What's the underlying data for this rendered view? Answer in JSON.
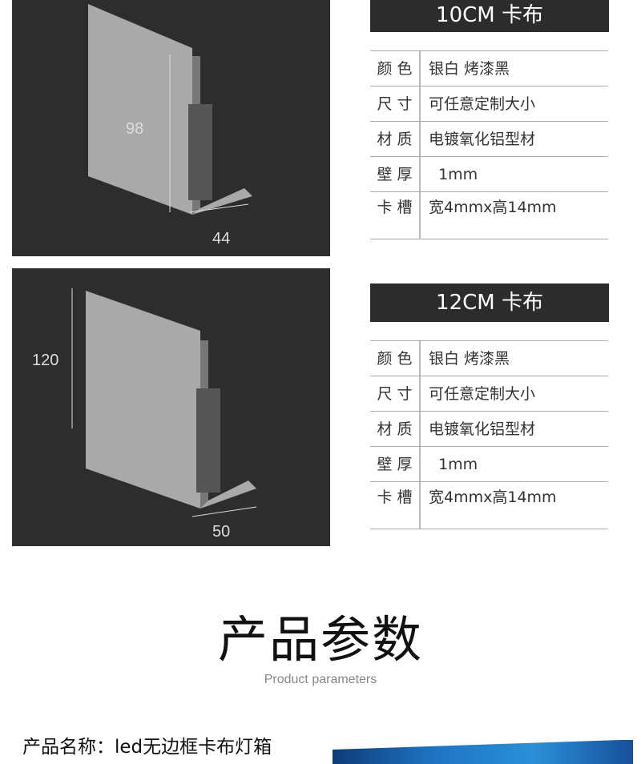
{
  "products": [
    {
      "title": "10CM 卡布",
      "height_dim": "98",
      "width_dim": "44",
      "specs": [
        {
          "label": "颜色",
          "value": "银白  烤漆黑"
        },
        {
          "label": "尺寸",
          "value": "可任意定制大小"
        },
        {
          "label": "材质",
          "value": "电镀氧化铝型材"
        },
        {
          "label": "壁厚",
          "value": "  1mm"
        },
        {
          "label": "卡槽",
          "value": "宽4mmx高14mm"
        }
      ]
    },
    {
      "title": "12CM 卡布",
      "height_dim": "120",
      "width_dim": "50",
      "specs": [
        {
          "label": "颜色",
          "value": "银白  烤漆黑"
        },
        {
          "label": "尺寸",
          "value": "可任意定制大小"
        },
        {
          "label": "材质",
          "value": "电镀氧化铝型材"
        },
        {
          "label": "壁厚",
          "value": "  1mm"
        },
        {
          "label": "卡槽",
          "value": "宽4mmx高14mm"
        }
      ]
    }
  ],
  "section": {
    "title": "产品参数",
    "subtitle": "Product parameters"
  },
  "product_name": "产品名称：led无边框卡布灯箱"
}
